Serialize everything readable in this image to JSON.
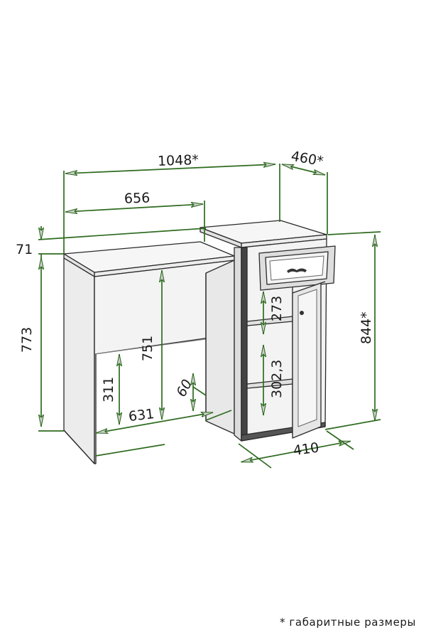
{
  "dimensions": {
    "overall_width": "1048*",
    "cabinet_depth": "460*",
    "desk_width": "656",
    "top_thickness": "71",
    "desk_height": "773",
    "knee_height": "751",
    "rail_height": "311",
    "knee_depth": "631",
    "panel_offset": "60",
    "upper_shelf": "273",
    "lower_shelf": "302,3",
    "cabinet_height": "844*",
    "cabinet_width": "410"
  },
  "colors": {
    "dimension": "#2e6b1f",
    "outline": "#2a2a2a",
    "panel": "#f3f3f3",
    "panel_dark": "#dcdcdc"
  },
  "footnote": "* габаритные размеры"
}
